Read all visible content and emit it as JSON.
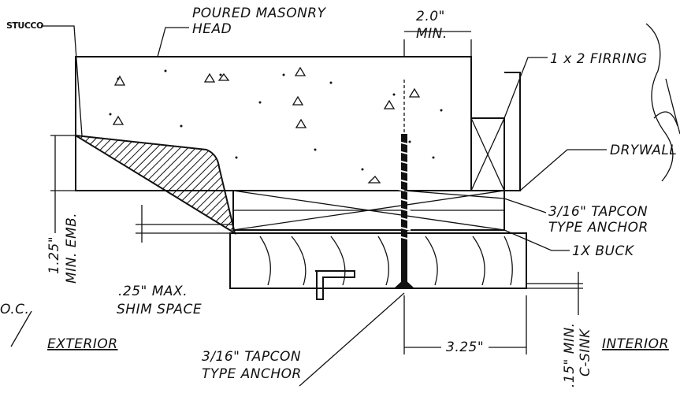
{
  "diagram": {
    "labels": {
      "stucco": "STUCCO",
      "poured_masonry_line1": "POURED MASONRY",
      "poured_masonry_line2": "HEAD",
      "dim_2_0_line1": "2.0\"",
      "dim_2_0_line2": "MIN.",
      "furring": "1 x 2 FIRRING",
      "drywall": "DRYWALL",
      "tapcon_right_line1": "3/16\" TAPCON",
      "tapcon_right_line2": "TYPE ANCHOR",
      "buck": "1X BUCK",
      "embed_line1": "1.25\"",
      "embed_line2": "MIN. EMB.",
      "shim_line1": ".25\" MAX.",
      "shim_line2": "SHIM SPACE",
      "oc": "O.C.",
      "exterior": "EXTERIOR",
      "tapcon_bottom_line1": "3/16\" TAPCON",
      "tapcon_bottom_line2": "TYPE ANCHOR",
      "dim_3_25": "3.25\"",
      "csink_line1": ".15\" MIN.",
      "csink_line2": "C-SINK",
      "interior": "INTERIOR"
    }
  }
}
